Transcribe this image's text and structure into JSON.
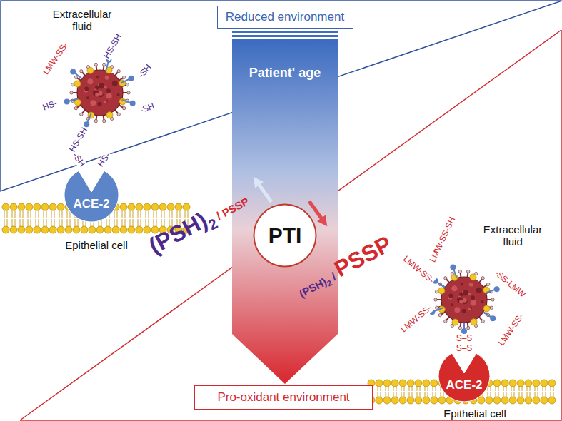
{
  "diagram": {
    "nodes": [
      {
        "text": [
          "Reduced environment"
        ]
      },
      {
        "text": [
          "Patient' age"
        ]
      },
      {
        "text": [
          "PTI"
        ],
        "in": 1
      },
      {
        "text": [
          "Pro-oxidant environment"
        ]
      },
      {
        "text": [
          "ACE-2"
        ]
      },
      {
        "text": [
          "ACE-2"
        ]
      }
    ],
    "labels": [
      "Extracellular fluid",
      "LMW-SS-",
      "HS-",
      "HS-SH",
      "-SH",
      "-SH",
      "HS-SH",
      "-SH",
      "HS-",
      "Epithelial cell",
      "(PSH)2 / PSSP",
      "(PSH)2 / PSSP",
      "Extracellular fluid",
      "LMW-SS-SH",
      "LMW-SS-",
      "LMW-SS-",
      "-SS-LMW",
      "LMW-SS-",
      "S–S",
      "S–S",
      "Epithelial cell"
    ]
  }
}
